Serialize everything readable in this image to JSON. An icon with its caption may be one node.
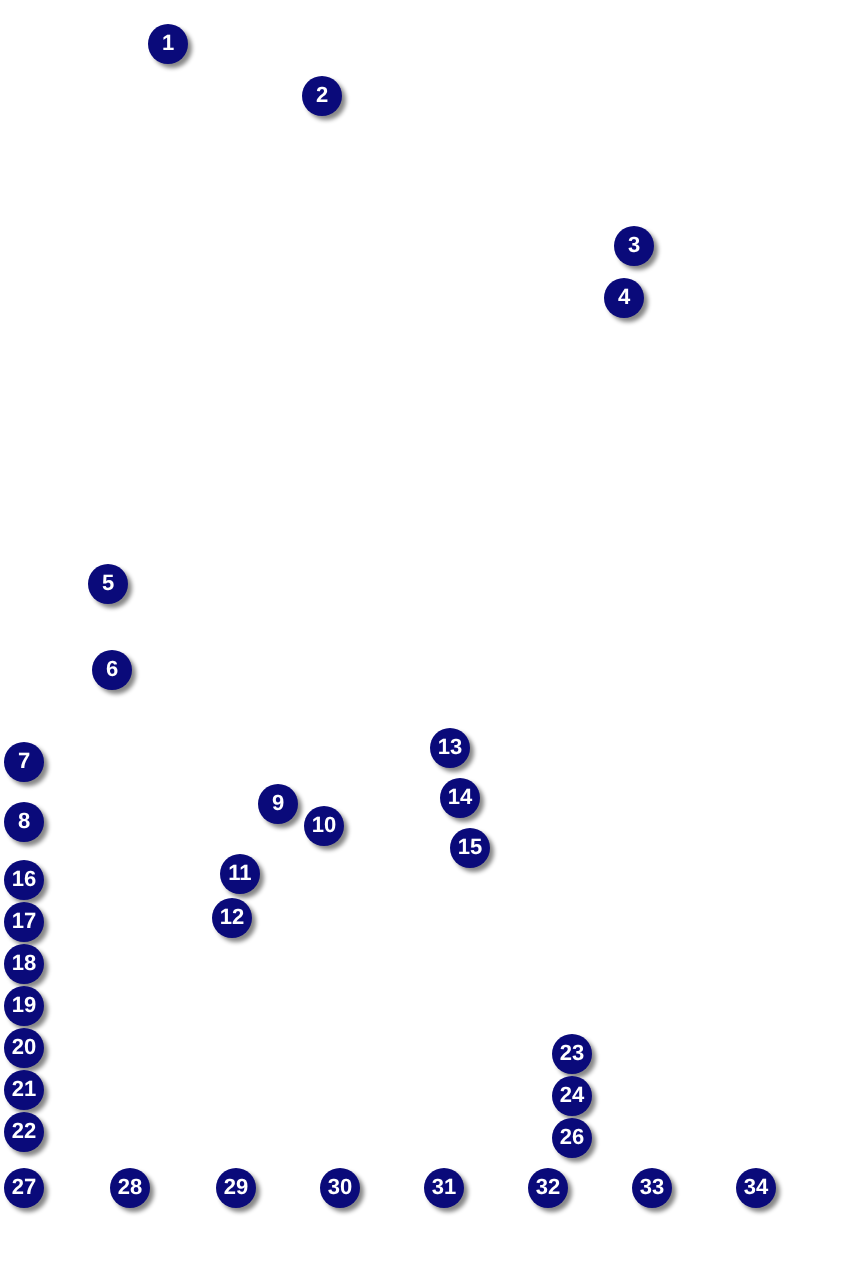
{
  "diagram": {
    "labels": [
      "1",
      "2",
      "3",
      "4",
      "5",
      "6",
      "7",
      "8",
      "9",
      "10",
      "11",
      "12",
      "13",
      "14",
      "15",
      "16",
      "17",
      "18",
      "19",
      "20",
      "21",
      "22",
      "23",
      "24",
      "26",
      "27",
      "28",
      "29",
      "30",
      "31",
      "32",
      "33",
      "34"
    ]
  }
}
